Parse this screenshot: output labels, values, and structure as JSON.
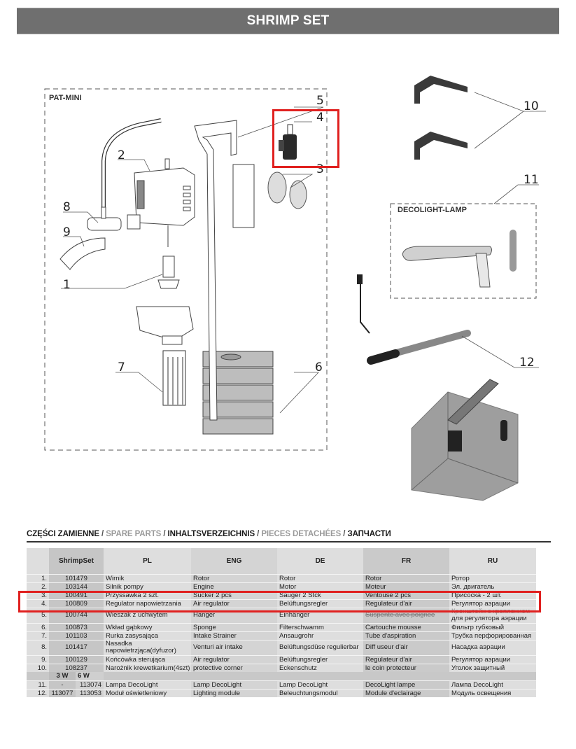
{
  "title": "SHRIMP SET",
  "diagram": {
    "pat_mini_label": "PAT-MINI",
    "decolight_label": "DECOLIGHT-LAMP",
    "callouts": [
      "1",
      "2",
      "3",
      "4",
      "5",
      "6",
      "7",
      "8",
      "9",
      "10",
      "11",
      "12"
    ]
  },
  "parts_heading": {
    "pl": "CZĘŚCI ZAMIENNE",
    "en": "SPARE PARTS",
    "de": "INHALTSVERZEICHNIS",
    "fr": "PIECES DETACHÉES",
    "ru": "ЗАПЧАСТИ",
    "separator": " / "
  },
  "table": {
    "headers": {
      "code": "ShrimpSet",
      "pl": "PL",
      "eng": "ENG",
      "de": "DE",
      "fr": "FR",
      "ru": "RU"
    },
    "rows": [
      {
        "num": "1.",
        "code": "101479",
        "pl": "Wirnik",
        "eng": "Rotor",
        "de": "Rotor",
        "fr": "Rotor",
        "ru": "Ротор"
      },
      {
        "num": "2.",
        "code": "103144",
        "pl": "Silnik pompy",
        "eng": "Engine",
        "de": "Motor",
        "fr": "Moteur",
        "ru": "Эл. двигатель"
      },
      {
        "num": "3.",
        "code": "100491",
        "pl": "Przyssawka 2 szt.",
        "eng": "Sucker 2 pcs",
        "de": "Sauger 2 Stck",
        "fr": "Ventouse 2 pcs",
        "ru": "Присоска - 2 шт."
      },
      {
        "num": "4.",
        "code": "100809",
        "pl": "Regulator napowietrzania",
        "eng": "Air regulator",
        "de": "Belüftungsregler",
        "fr": "Regulateur d'air",
        "ru": "Регулятор аэрации"
      },
      {
        "num": "5.",
        "code": "100744",
        "pl": "Wieszak z uchwytem",
        "eng": "Hanger",
        "de": "Einhänger",
        "fr": "Suspente avec poignee",
        "ru": "Кронштейн с креплением",
        "ru2": "для регулятора аэрации"
      },
      {
        "num": "6.",
        "code": "100873",
        "pl": "Wkład gąbkowy",
        "eng": "Sponge",
        "de": "Filterschwamm",
        "fr": "Cartouche mousse",
        "ru": "Фильтр губковый"
      },
      {
        "num": "7.",
        "code": "101103",
        "pl": "Rurka zasysająca",
        "eng": "Intake Strainer",
        "de": "Ansaugrohr",
        "fr": "Tube d'aspiration",
        "ru": "Трубка перфорированная"
      },
      {
        "num": "8.",
        "code": "101417",
        "pl": "Nasadka",
        "pl2": "napowietrzjąca(dyfuzor)",
        "eng": "Venturi air intake",
        "de": "Belüftungsdüse regulierbar",
        "fr": "Diff useur d'air",
        "ru": "Насадка аэрации"
      },
      {
        "num": "9.",
        "code": "100129",
        "pl": "Końcówka sterująca",
        "eng": "Air regulator",
        "de": "Belüftungsregler",
        "fr": "Regulateur d'air",
        "ru": "Регулятор аэрации"
      },
      {
        "num": "10.",
        "code": "108237",
        "pl": "Narożnik krewetkarium(4szt)",
        "eng": "protective corner",
        "de": "Eckenschutz",
        "fr": "le coin protecteur",
        "ru": "Уголок защитный"
      }
    ],
    "sub_header": {
      "w3": "3 W",
      "w6": "6 W"
    },
    "light_rows": [
      {
        "num": "11.",
        "code3": "-",
        "code6": "113074",
        "pl": "Lampa DecoLight",
        "eng": "Lamp DecoLight",
        "de": "Lamp DecoLight",
        "fr": "DecoLight lampe",
        "ru": "Лампа DecoLight"
      },
      {
        "num": "12.",
        "code3": "113077",
        "code6": "113053",
        "pl": "Moduł oświetleniowy",
        "eng": "Lighting module",
        "de": "Beleuchtungsmodul",
        "fr": "Module d'eclairage",
        "ru": "Модуль освещения"
      }
    ]
  },
  "highlight_color": "#e0201f"
}
